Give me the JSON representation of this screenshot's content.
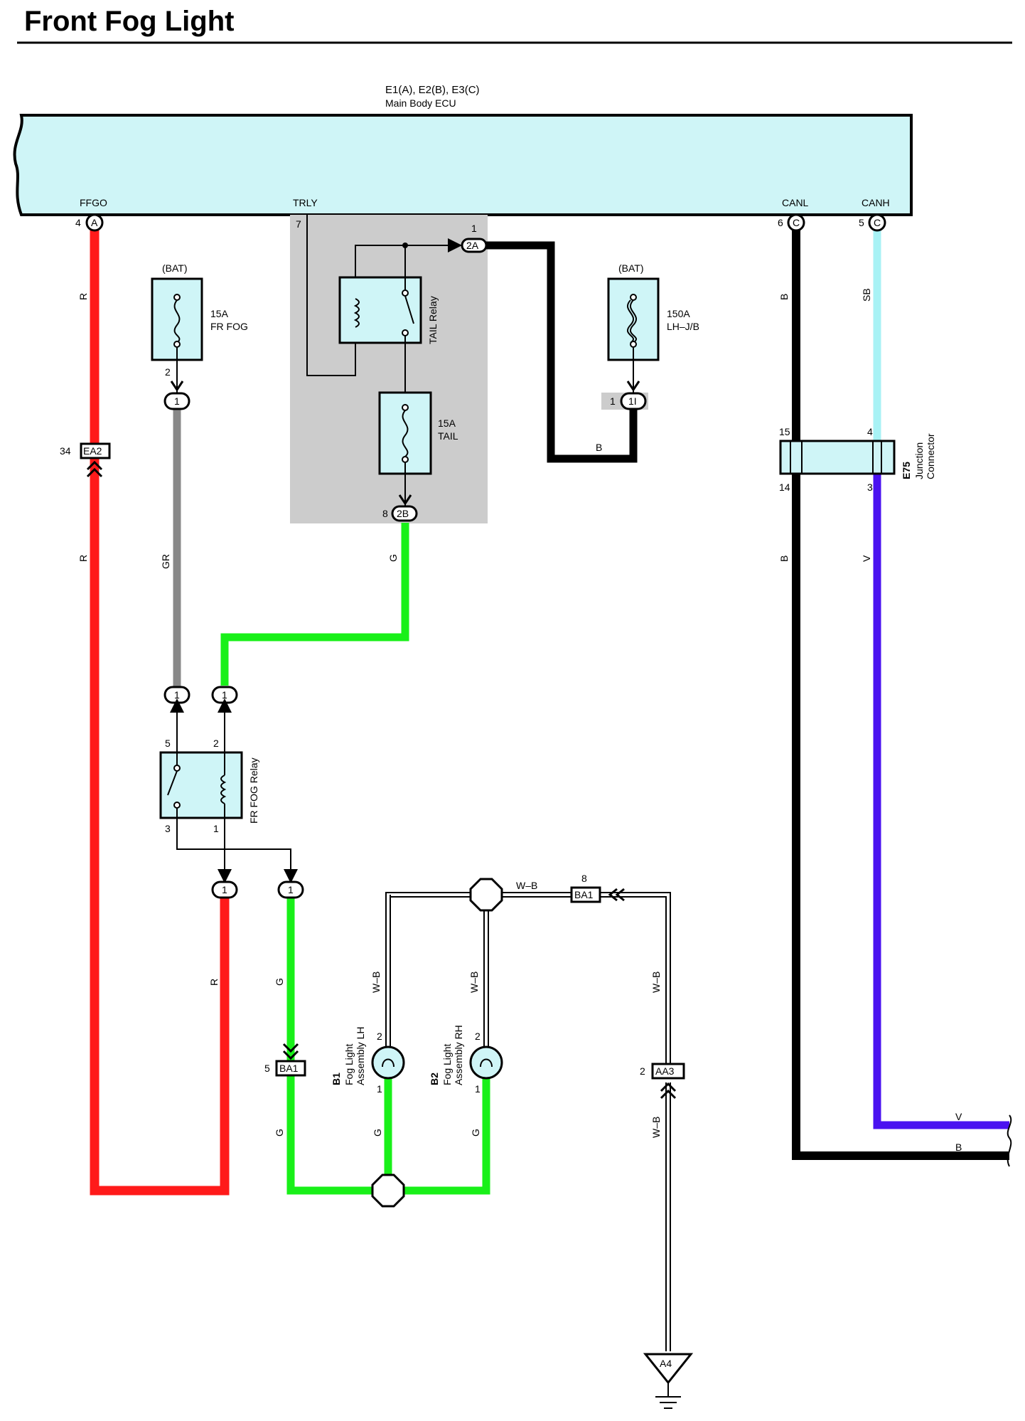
{
  "title": "Front Fog Light",
  "ecu": {
    "ref": "E1(A), E2(B), E3(C)",
    "name": "Main Body ECU",
    "pins": {
      "ffgo": {
        "label": "FFGO",
        "num": "4",
        "conn": "A"
      },
      "trly": {
        "label": "TRLY",
        "num": "7"
      },
      "canl": {
        "label": "CANL",
        "num": "6",
        "conn": "C"
      },
      "canh": {
        "label": "CANH",
        "num": "5",
        "conn": "C"
      }
    }
  },
  "fuse_fr_fog": {
    "source": "(BAT)",
    "rating": "15A",
    "name": "FR FOG",
    "pin": "2",
    "conn": "1"
  },
  "fuse_lhjb": {
    "source": "(BAT)",
    "rating": "150A",
    "name": "LH–J/B",
    "pin": "1",
    "conn": "1I"
  },
  "fuse_tail": {
    "rating": "15A",
    "name": "TAIL"
  },
  "tail_relay": {
    "name": "TAIL Relay",
    "out_pin": "1",
    "out_conn": "2A",
    "g_pin": "8",
    "g_conn": "2B"
  },
  "fr_fog_relay": {
    "name": "FR FOG Relay",
    "pins": {
      "p5": "5",
      "p2": "2",
      "p3": "3",
      "p1": "1"
    },
    "conn_top_left": "1",
    "conn_top_right": "1",
    "conn_bot_left": "1",
    "conn_bot_right": "1"
  },
  "junction": {
    "ref": "E75",
    "line1": "Junction",
    "line2": "Connector",
    "pin15": "15",
    "pin4": "4",
    "pin14": "14",
    "pin3": "3"
  },
  "connectors": {
    "ea2": {
      "pin": "34",
      "label": "EA2"
    },
    "ba1_left": {
      "pin": "5",
      "label": "BA1"
    },
    "ba1_right": {
      "pin": "8",
      "label": "BA1"
    },
    "aa3": {
      "pin": "2",
      "label": "AA3"
    },
    "ground": {
      "label": "A4"
    }
  },
  "fog_lh": {
    "ref": "B1",
    "line1": "Fog Light",
    "line2": "Assembly LH",
    "pin_top": "2",
    "pin_bot": "1"
  },
  "fog_rh": {
    "ref": "B2",
    "line1": "Fog Light",
    "line2": "Assembly RH",
    "pin_top": "2",
    "pin_bot": "1"
  },
  "wire_colors": {
    "red": "#ff1a1a",
    "black": "#000000",
    "gray": "#888888",
    "green": "#19f019",
    "light_blue": "#a8f2f5",
    "violet": "#4a12f0",
    "white_black": "#ffffff",
    "fill_component": "#cff5f7",
    "shade": "#cccccc"
  },
  "wire_labels": {
    "r": "R",
    "b": "B",
    "sb": "SB",
    "gr": "GR",
    "g": "G",
    "v": "V",
    "wb": "W–B"
  }
}
